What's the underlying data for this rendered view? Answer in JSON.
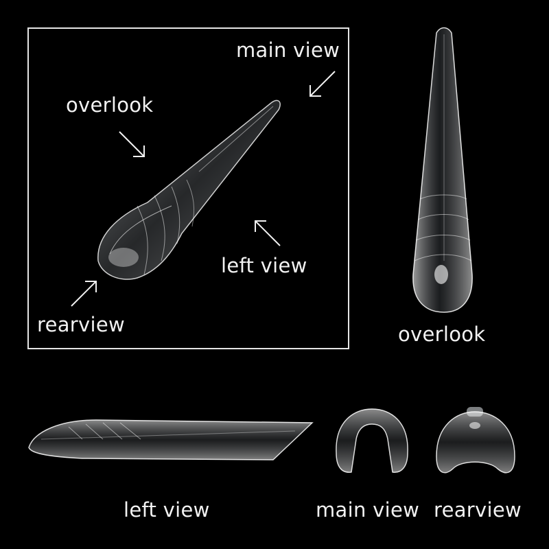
{
  "labels": {
    "main_view_top": "main view",
    "overlook_top": "overlook",
    "left_view_top": "left view",
    "rearview_top": "rearview",
    "overlook_right": "overlook",
    "left_view_bottom": "left view",
    "main_view_bottom": "main view",
    "rearview_bottom": "rearview"
  },
  "colors": {
    "background": "#000000",
    "text": "#f2f2f2",
    "frame": "#e6e6e6",
    "nail_tip_fill": "#d9dde2",
    "nail_tip_edge": "#ffffff"
  }
}
